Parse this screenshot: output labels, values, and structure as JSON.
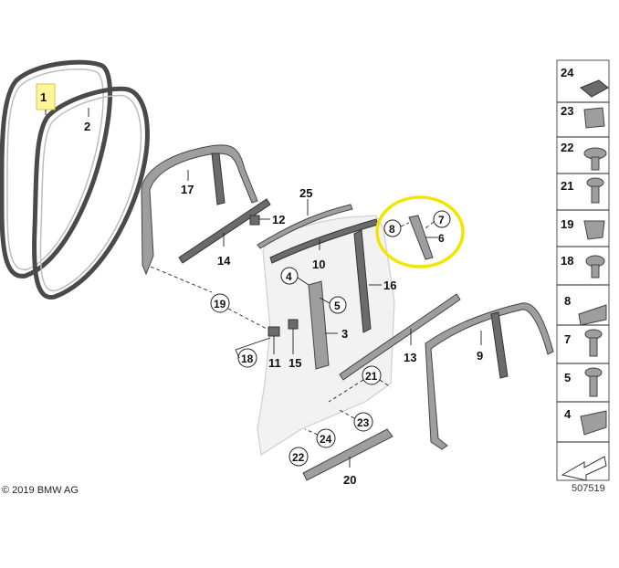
{
  "callouts": {
    "c1": "1",
    "c2": "2",
    "c3": "3",
    "c4": "4",
    "c5": "5",
    "c6": "6",
    "c7": "7",
    "c8": "8",
    "c9": "9",
    "c10": "10",
    "c11": "11",
    "c12": "12",
    "c13": "13",
    "c14": "14",
    "c15": "15",
    "c16": "16",
    "c17": "17",
    "c18": "18",
    "c19": "19",
    "c20": "20",
    "c21": "21",
    "c22": "22",
    "c23": "23",
    "c24": "24",
    "c25": "25"
  },
  "side_panel": {
    "items": [
      "24",
      "23",
      "22",
      "21",
      "19",
      "18",
      "8",
      "7",
      "5",
      "4"
    ]
  },
  "copyright": "© 2019 BMW AG",
  "doc_number": "507519",
  "colors": {
    "highlight_circle": "#f2e600",
    "highlight_label": "#fff59d"
  }
}
